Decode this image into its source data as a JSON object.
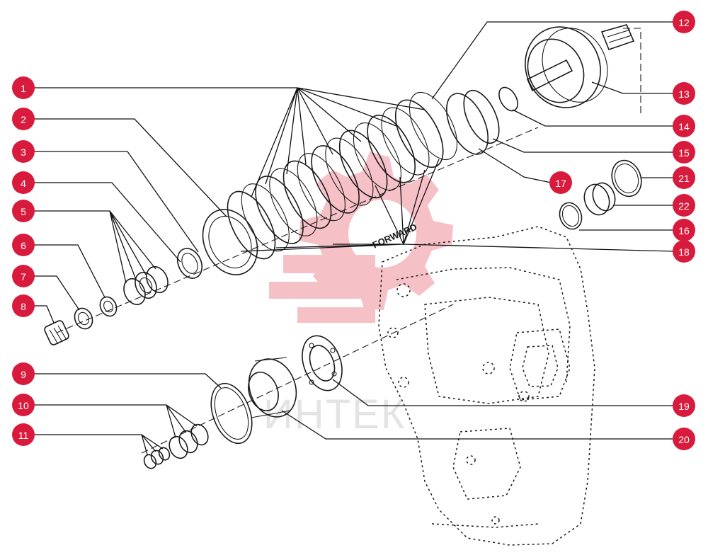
{
  "watermark": {
    "text": "ИНТЕК",
    "color": "#e8a0a8"
  },
  "embossed_label": "FORWARD",
  "accent_color": "#d81b3c",
  "callouts": [
    {
      "id": "c1",
      "label": "1"
    },
    {
      "id": "c2",
      "label": "2"
    },
    {
      "id": "c3",
      "label": "3"
    },
    {
      "id": "c4",
      "label": "4"
    },
    {
      "id": "c5",
      "label": "5"
    },
    {
      "id": "c6",
      "label": "6"
    },
    {
      "id": "c7",
      "label": "7"
    },
    {
      "id": "c8",
      "label": "8"
    },
    {
      "id": "c9",
      "label": "9"
    },
    {
      "id": "c10",
      "label": "10"
    },
    {
      "id": "c11",
      "label": "11"
    },
    {
      "id": "c12",
      "label": "12"
    },
    {
      "id": "c13",
      "label": "13"
    },
    {
      "id": "c14",
      "label": "14"
    },
    {
      "id": "c15",
      "label": "15"
    },
    {
      "id": "c16",
      "label": "16"
    },
    {
      "id": "c17",
      "label": "17"
    },
    {
      "id": "c18",
      "label": "18"
    },
    {
      "id": "c19",
      "label": "19"
    },
    {
      "id": "c20",
      "label": "20"
    },
    {
      "id": "c21",
      "label": "21"
    },
    {
      "id": "c22",
      "label": "22"
    }
  ]
}
